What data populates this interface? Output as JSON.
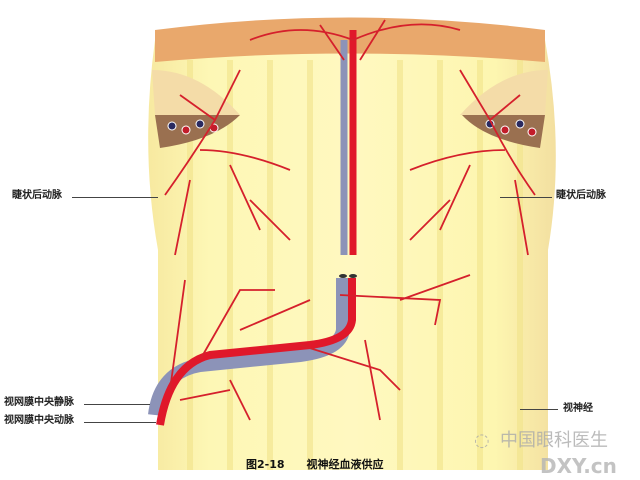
{
  "labels": {
    "ciliary_left": "睫状后动脉",
    "ciliary_right": "睫状后动脉",
    "central_vein": "视网膜中央静脉",
    "central_artery": "视网膜中央动脉",
    "optic_nerve": "视神经"
  },
  "caption": {
    "figure_number": "图2-18",
    "title": "视神经血液供应"
  },
  "watermark": {
    "text": "中国眼科医生",
    "site": "DXY.cn"
  },
  "colors": {
    "artery": "#e0182a",
    "vein": "#8c93b8",
    "nerve": "#fbf3a6",
    "sclera": "#e9a86c"
  }
}
